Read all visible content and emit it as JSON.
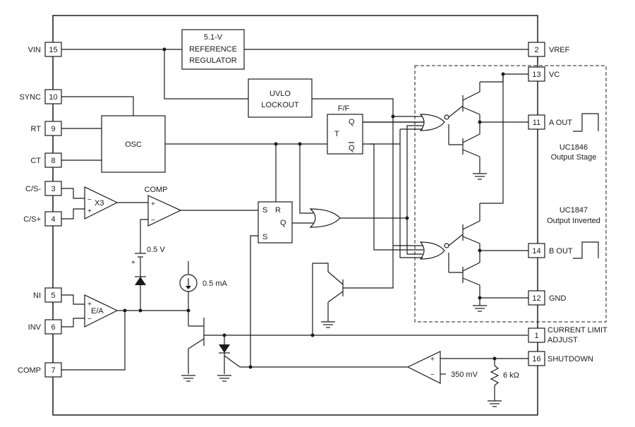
{
  "pins_left": [
    {
      "num": "15",
      "label": "VIN"
    },
    {
      "num": "10",
      "label": "SYNC"
    },
    {
      "num": "9",
      "label": "RT"
    },
    {
      "num": "8",
      "label": "CT"
    },
    {
      "num": "3",
      "label": "C/S-"
    },
    {
      "num": "4",
      "label": "C/S+"
    },
    {
      "num": "5",
      "label": "NI"
    },
    {
      "num": "6",
      "label": "INV"
    },
    {
      "num": "7",
      "label": "COMP"
    }
  ],
  "pins_right": [
    {
      "num": "2",
      "label": "VREF"
    },
    {
      "num": "13",
      "label": "VC"
    },
    {
      "num": "11",
      "label": "A OUT"
    },
    {
      "num": "14",
      "label": "B OUT"
    },
    {
      "num": "12",
      "label": "GND"
    },
    {
      "num": "1",
      "label": "CURRENT LIMIT",
      "label2": "ADJUST"
    },
    {
      "num": "16",
      "label": "SHUTDOWN"
    }
  ],
  "blocks": {
    "ref_line1": "5.1-V",
    "ref_line2": "REFERENCE",
    "ref_line3": "REGULATOR",
    "uvlo_line1": "UVLO",
    "uvlo_line2": "LOCKOUT",
    "osc": "OSC",
    "ff_title": "F/F",
    "ff_t": "T",
    "ff_q": "Q",
    "ff_qbar": "Q",
    "sr_s1": "S",
    "sr_r": "R",
    "sr_q": "Q",
    "sr_s2": "S"
  },
  "amps": {
    "x3": "X3",
    "comp_label": "COMP",
    "ea": "E/A",
    "plus": "+",
    "minus": "−"
  },
  "labels": {
    "v05": "0.5 V",
    "i05": "0.5 mA",
    "v350": "350 mV",
    "r6k": "6 kΩ",
    "uc1846_1": "UC1846",
    "uc1846_2": "Output Stage",
    "uc1847_1": "UC1847",
    "uc1847_2": "Output Inverted"
  }
}
